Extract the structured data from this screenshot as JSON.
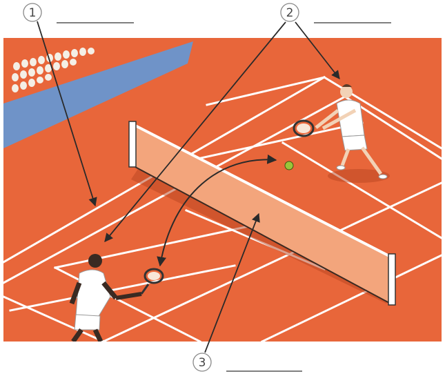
{
  "colors": {
    "court": "#e8663a",
    "court_line": "#ffffff",
    "net_mesh": "#f3a57c",
    "stand": "#6f93c8",
    "crowd": "#f4efe6",
    "shirt": "#ffffff",
    "skin_dark": "#3a2a22",
    "skin_light": "#f2d2b6",
    "ball": "#9ac43a",
    "arrow": "#2a2a2a",
    "blank_line": "#555555"
  },
  "labels": [
    {
      "number": "1",
      "answer": ""
    },
    {
      "number": "2",
      "answer": ""
    },
    {
      "number": "3",
      "answer": ""
    }
  ]
}
